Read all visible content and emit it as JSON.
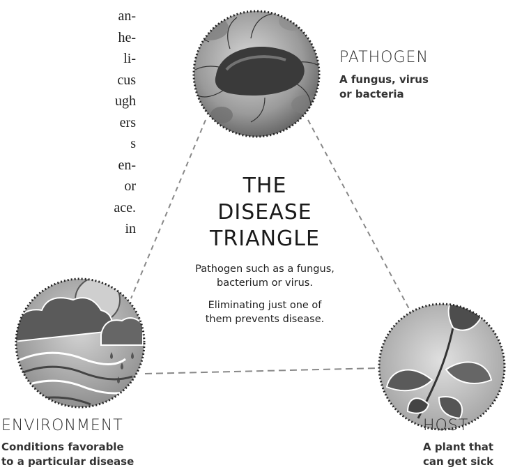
{
  "body_text_fragment": {
    "lines": [
      "an-",
      "he-",
      "li-",
      "cus",
      "ugh",
      "ers",
      "s",
      "en-",
      "or",
      "ace.",
      "in"
    ]
  },
  "center": {
    "title_lines": [
      "THE",
      "DISEASE",
      "TRIANGLE"
    ],
    "desc1_lines": [
      "Pathogen such as a fungus,",
      "bacterium or virus."
    ],
    "desc2_lines": [
      "Eliminating just one of",
      "them prevents disease."
    ]
  },
  "nodes": {
    "pathogen": {
      "title": "PATHOGEN",
      "desc_lines": [
        "A fungus, virus",
        "or bacteria"
      ],
      "icon": "bacterium-illustration"
    },
    "environment": {
      "title": "ENVIRONMENT",
      "desc_lines": [
        "Conditions favorable",
        "to a particular disease"
      ],
      "icon": "weather-illustration"
    },
    "host": {
      "title": "HOST",
      "desc_lines": [
        "A plant that",
        "can get sick"
      ],
      "icon": "leaf-illustration"
    }
  },
  "colors": {
    "ink": "#1a1a1a",
    "connector": "#888888"
  }
}
